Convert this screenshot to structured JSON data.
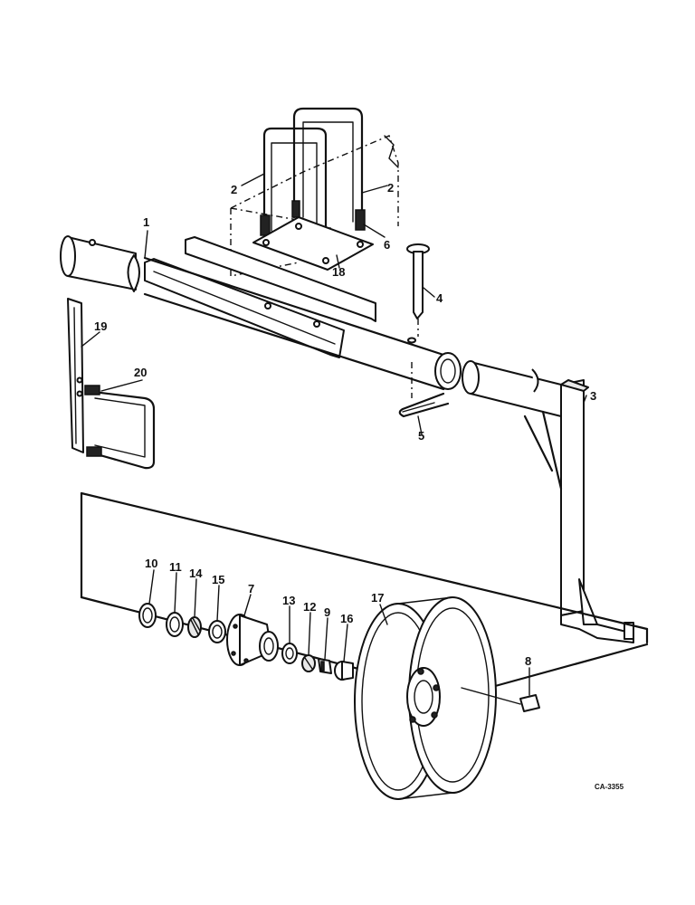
{
  "drawing_code": "CA-3355",
  "callouts": {
    "c1": "1",
    "c2a": "2",
    "c2b": "2",
    "c3": "3",
    "c4": "4",
    "c5": "5",
    "c6": "6",
    "c7": "7",
    "c8": "8",
    "c9": "9",
    "c10": "10",
    "c11": "11",
    "c12": "12",
    "c13": "13",
    "c14": "14",
    "c15": "15",
    "c16": "16",
    "c17": "17",
    "c18": "18",
    "c19": "19",
    "c20": "20"
  }
}
